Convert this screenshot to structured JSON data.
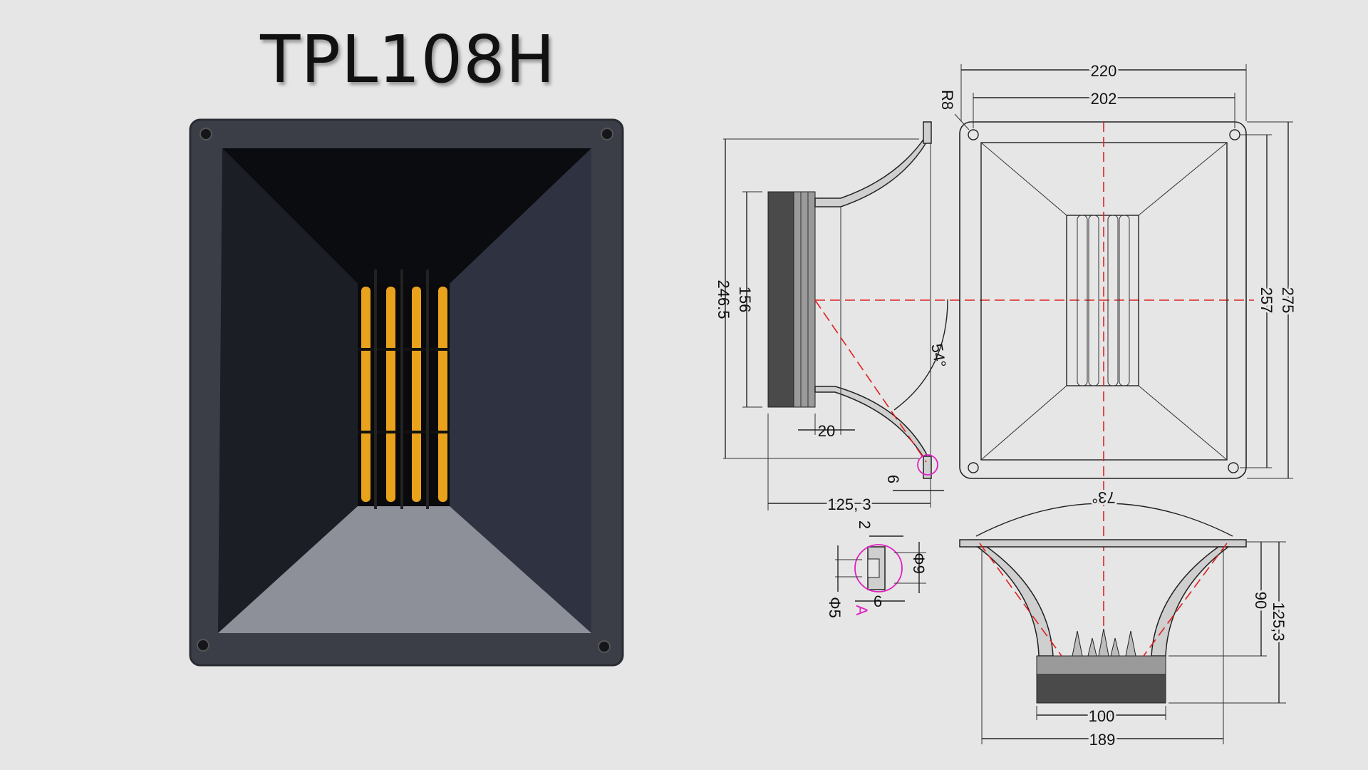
{
  "title": "TPL108H",
  "colors": {
    "background": "#e6e6e6",
    "ribbon": "#e8a21c",
    "detail_marker": "#e020c0",
    "centerline": "#e02020"
  },
  "dimensions": {
    "width_outer": "220",
    "width_holes": "202",
    "corner_radius": "R8",
    "height_outer": "275",
    "height_holes": "257",
    "side_height": "246.5",
    "body_height": "156",
    "side_angle": "54°",
    "horn_offset": "20",
    "flange_thickness": "6",
    "side_depth": "125, 3",
    "detail_a_step": "2",
    "detail_a_outer_dia": "Φ9",
    "detail_a_inner_dia": "Φ5",
    "detail_a_depth": "6",
    "detail_a_label": "A",
    "bottom_angle": "73°",
    "bottom_horn_height": "90",
    "bottom_depth": "125,3",
    "body_width": "100",
    "bottom_width": "189"
  }
}
